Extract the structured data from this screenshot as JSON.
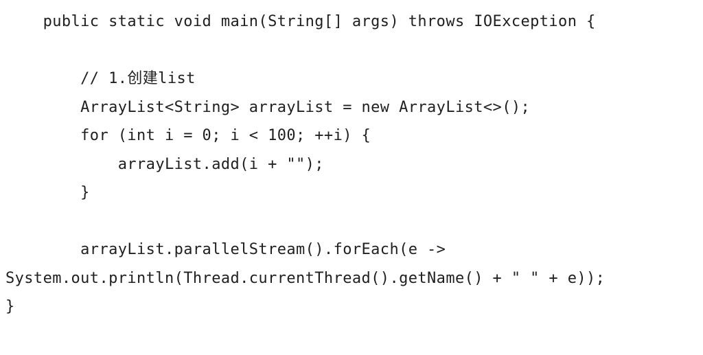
{
  "code": {
    "lines": [
      "    public static void main(String[] args) throws IOException {",
      "",
      "        // 1.创建list",
      "        ArrayList<String> arrayList = new ArrayList<>();",
      "        for (int i = 0; i < 100; ++i) {",
      "            arrayList.add(i + \"\");",
      "        }",
      "",
      "        arrayList.parallelStream().forEach(e ->",
      "System.out.println(Thread.currentThread().getName() + \" \" + e));",
      "}"
    ]
  }
}
